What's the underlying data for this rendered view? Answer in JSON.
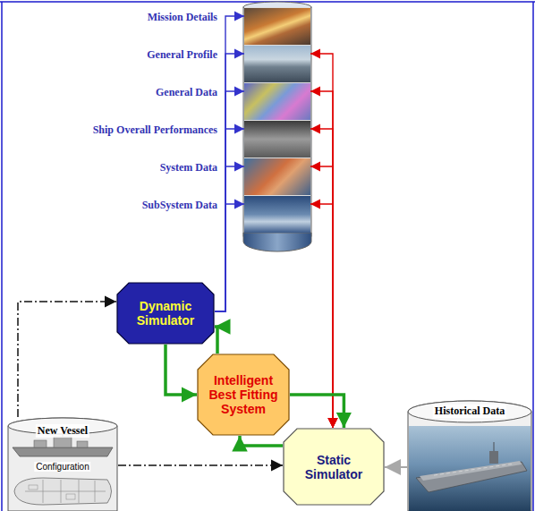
{
  "diagram": {
    "nodes": [
      {
        "text": [
          "Mission Details"
        ]
      },
      {
        "text": [
          "General Profile"
        ]
      },
      {
        "text": [
          "General Data"
        ]
      },
      {
        "text": [
          "Ship Overall Performances"
        ]
      },
      {
        "text": [
          "System Data"
        ]
      },
      {
        "text": [
          "SubSystem Data"
        ]
      },
      {
        "text": [
          "Dynamic Simulator"
        ]
      },
      {
        "text": [
          "Intelligent Best Fitting System"
        ]
      },
      {
        "text": [
          "New Vessel",
          "Configuration"
        ]
      },
      {
        "text": [
          "Static Simulator"
        ]
      },
      {
        "text": [
          "Historical Data"
        ]
      }
    ],
    "edges": [
      {
        "from": 6,
        "to": 0,
        "arrow": "to"
      },
      {
        "from": 6,
        "to": 1,
        "arrow": "to"
      },
      {
        "from": 6,
        "to": 2,
        "arrow": "to"
      },
      {
        "from": 6,
        "to": 3,
        "arrow": "to"
      },
      {
        "from": 6,
        "to": 4,
        "arrow": "to"
      },
      {
        "from": 6,
        "to": 5,
        "arrow": "to"
      },
      {
        "from": 9,
        "to": 1,
        "arrow": "both"
      },
      {
        "from": 9,
        "to": 2,
        "arrow": "both"
      },
      {
        "from": 9,
        "to": 3,
        "arrow": "both"
      },
      {
        "from": 9,
        "to": 4,
        "arrow": "both"
      },
      {
        "from": 9,
        "to": 5,
        "arrow": "both"
      },
      {
        "from": 7,
        "to": 6,
        "arrow": "to"
      },
      {
        "from": 6,
        "to": 7,
        "arrow": "to"
      },
      {
        "from": 7,
        "to": 9,
        "arrow": "to"
      },
      {
        "from": 9,
        "to": 7,
        "arrow": "to"
      },
      {
        "from": 8,
        "to": 6,
        "arrow": "to"
      },
      {
        "from": 8,
        "to": 9,
        "arrow": "to"
      },
      {
        "from": 10,
        "to": 9,
        "arrow": "to"
      }
    ]
  }
}
